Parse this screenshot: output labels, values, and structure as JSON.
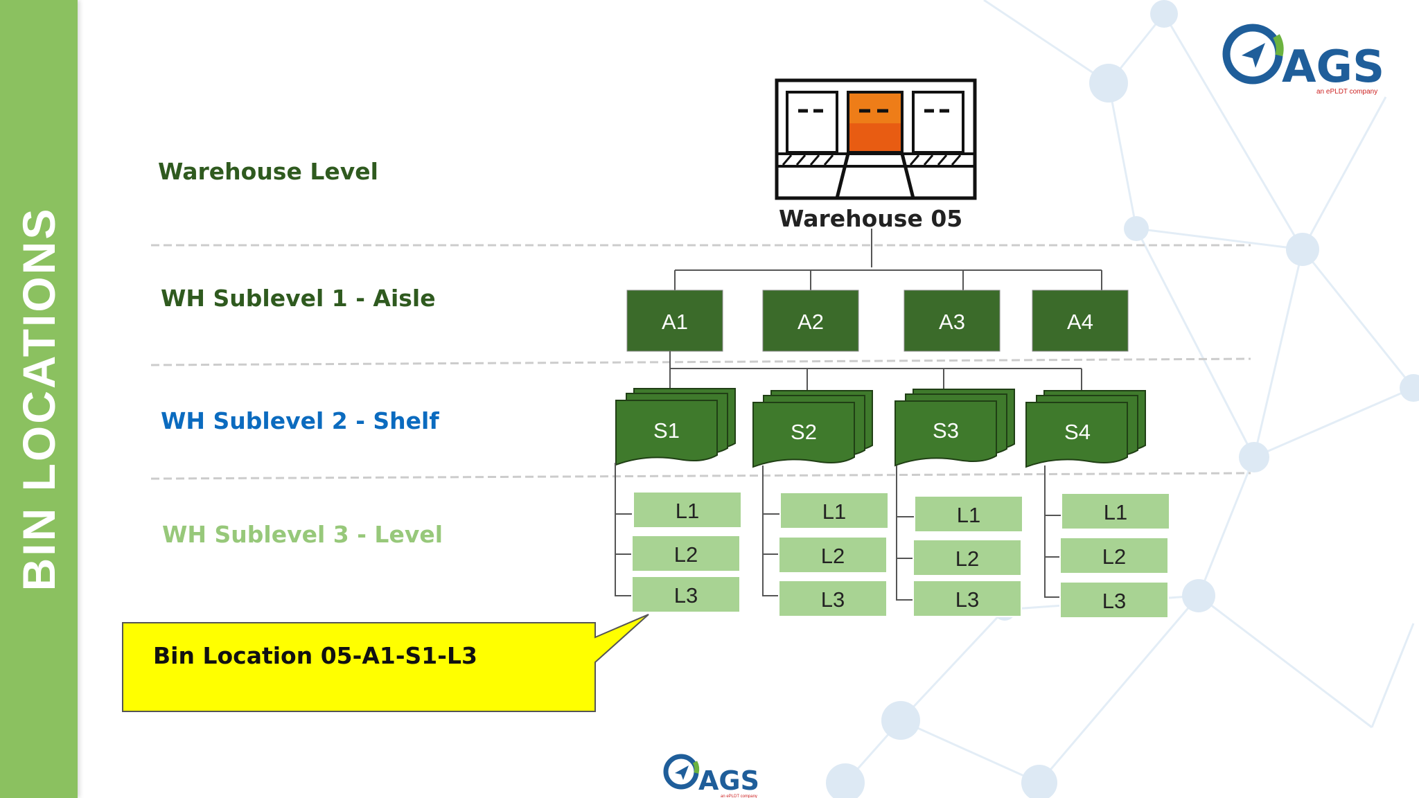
{
  "side_title": "BIN LOCATIONS",
  "levels": {
    "warehouse": "Warehouse Level",
    "aisle": "WH Sublevel 1 - Aisle",
    "shelf": "WH Sublevel 2 - Shelf",
    "level": "WH Sublevel 3 - Level"
  },
  "warehouse": {
    "name": "Warehouse 05"
  },
  "aisles": [
    "A1",
    "A2",
    "A3",
    "A4"
  ],
  "shelves": [
    "S1",
    "S2",
    "S3",
    "S4"
  ],
  "shelf_levels": [
    "L1",
    "L2",
    "L3"
  ],
  "callout": "Bin Location 05-A1-S1-L3",
  "logo": {
    "name": "AGS",
    "tagline": "an ePLDT company"
  },
  "colors": {
    "sidebar": "#8bc160",
    "aisle": "#3b6b2a",
    "shelf": "#3f7a2c",
    "level": "#a8d393",
    "callout": "#ffff00",
    "shelf_label": "#0b6bbf"
  }
}
